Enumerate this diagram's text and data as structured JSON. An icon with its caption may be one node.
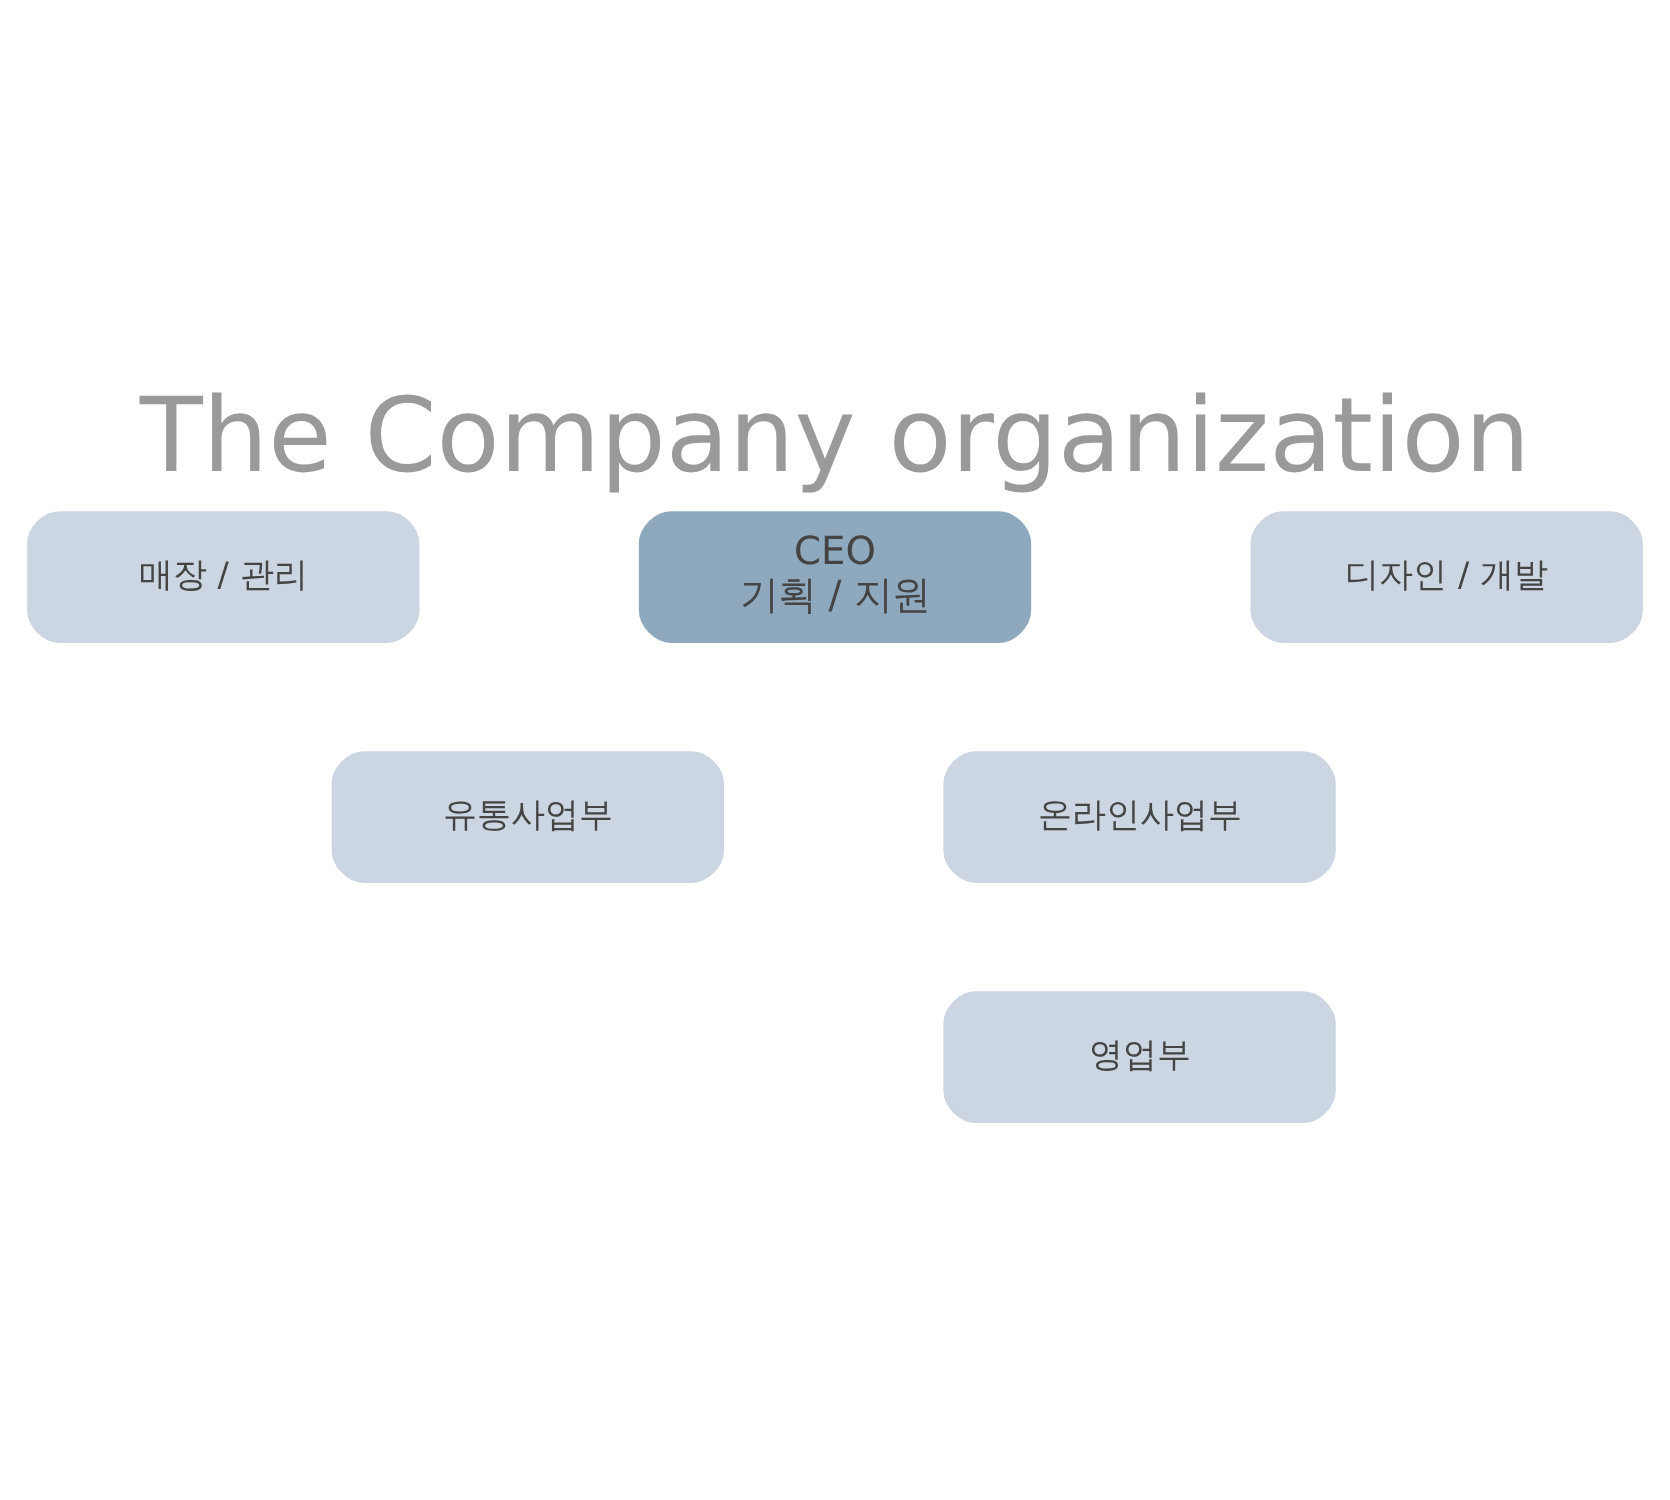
{
  "diagram": {
    "title": "The Company organization",
    "nodes": [
      {
        "text": [
          "매장 / 관리"
        ]
      },
      {
        "text": [
          "CEO",
          "기획 / 지원"
        ]
      },
      {
        "text": [
          "디자인 / 개발"
        ]
      },
      {
        "text": [
          "유통사업부"
        ]
      },
      {
        "text": [
          "온라인사업부"
        ]
      },
      {
        "text": [
          "영업부"
        ]
      }
    ]
  }
}
